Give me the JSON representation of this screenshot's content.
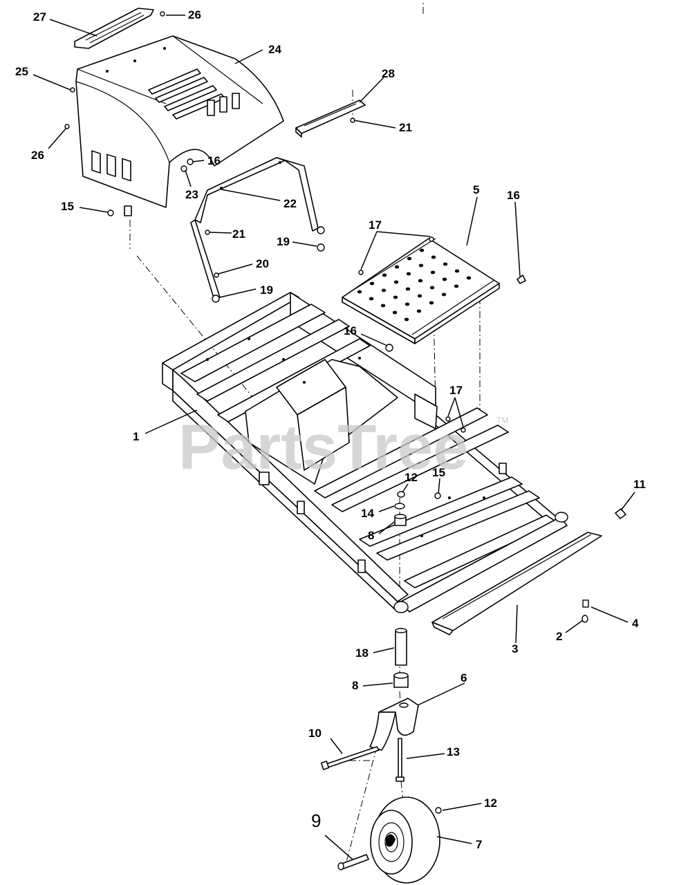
{
  "watermark": {
    "text": "PartsTree",
    "trademark": "TM"
  },
  "callouts": {
    "c1": "1",
    "c2": "2",
    "c3": "3",
    "c4": "4",
    "c5": "5",
    "c6": "6",
    "c7": "7",
    "c8a": "8",
    "c8b": "8",
    "c9": "9",
    "c10": "10",
    "c11": "11",
    "c12a": "12",
    "c12b": "12",
    "c13": "13",
    "c14": "14",
    "c15a": "15",
    "c15b": "15",
    "c16a": "16",
    "c16b": "16",
    "c16c": "16",
    "c17a": "17",
    "c17b": "17",
    "c18": "18",
    "c19a": "19",
    "c19b": "19",
    "c20": "20",
    "c21a": "21",
    "c21b": "21",
    "c22": "22",
    "c23": "23",
    "c24": "24",
    "c25": "25",
    "c26a": "26",
    "c26b": "26",
    "c27": "27",
    "c28": "28"
  }
}
